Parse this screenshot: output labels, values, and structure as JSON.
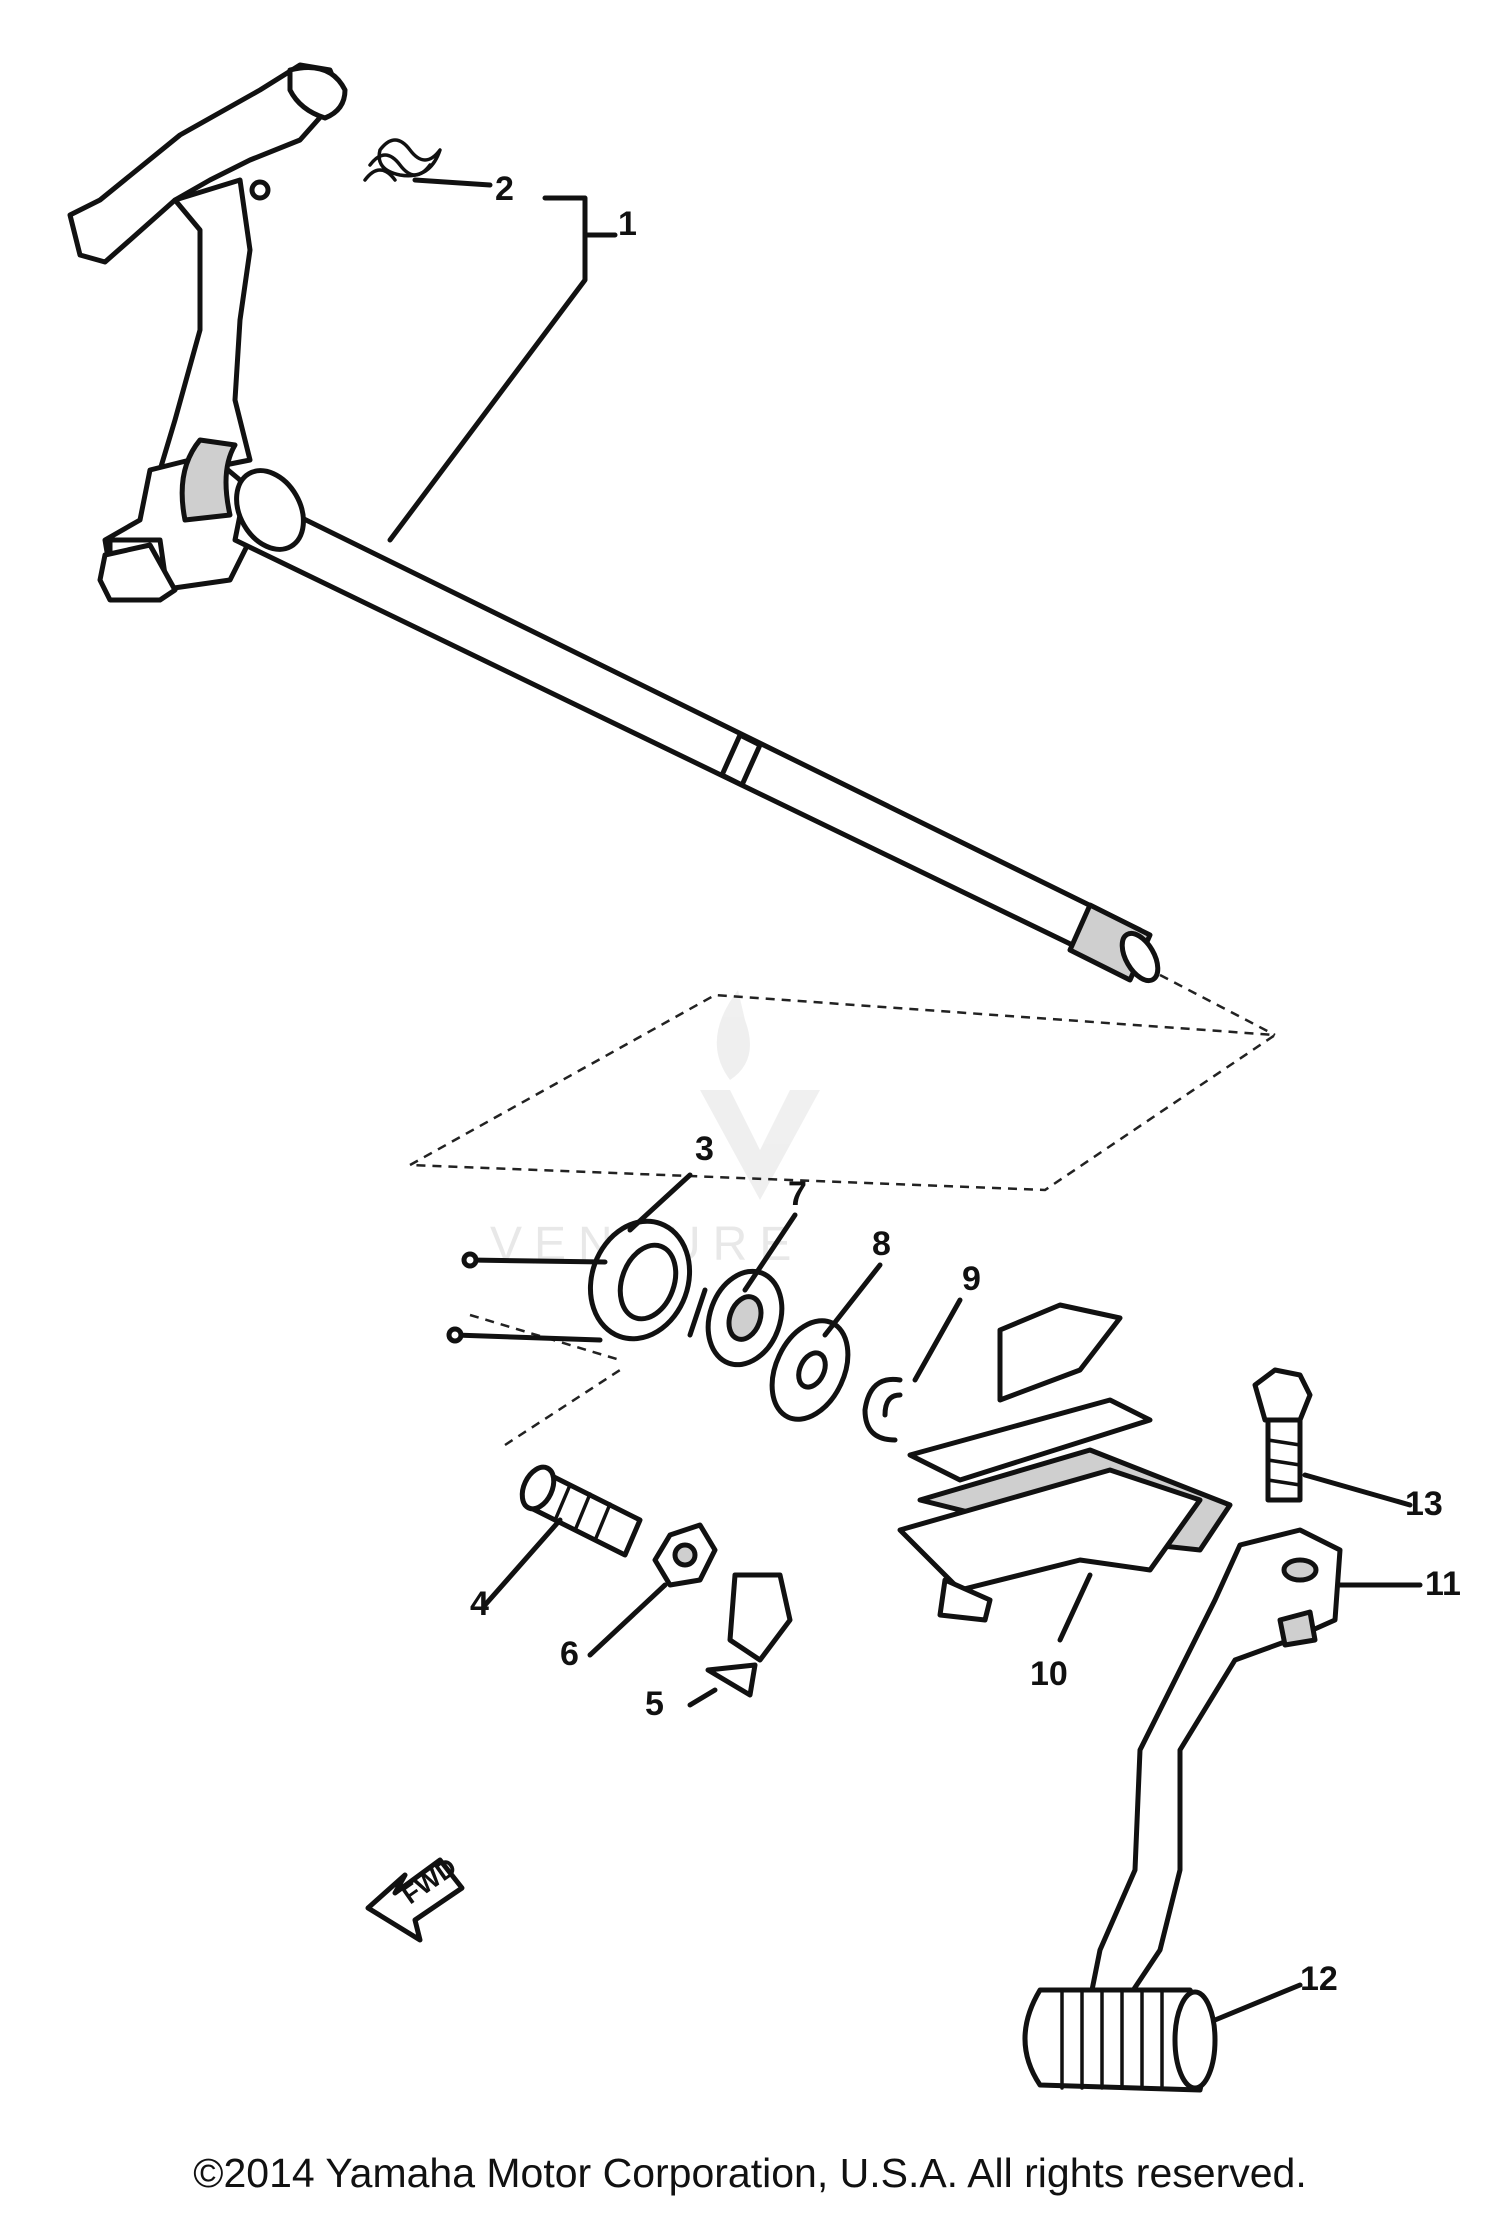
{
  "diagram": {
    "part_numbers": [
      "1",
      "2",
      "3",
      "4",
      "5",
      "6",
      "7",
      "8",
      "9",
      "10",
      "11",
      "12",
      "13"
    ],
    "direction_marker": "FWD",
    "watermark": "VENTURE"
  },
  "footer": {
    "copyright": "©2014 Yamaha Motor Corporation, U.S.A. All rights reserved."
  }
}
